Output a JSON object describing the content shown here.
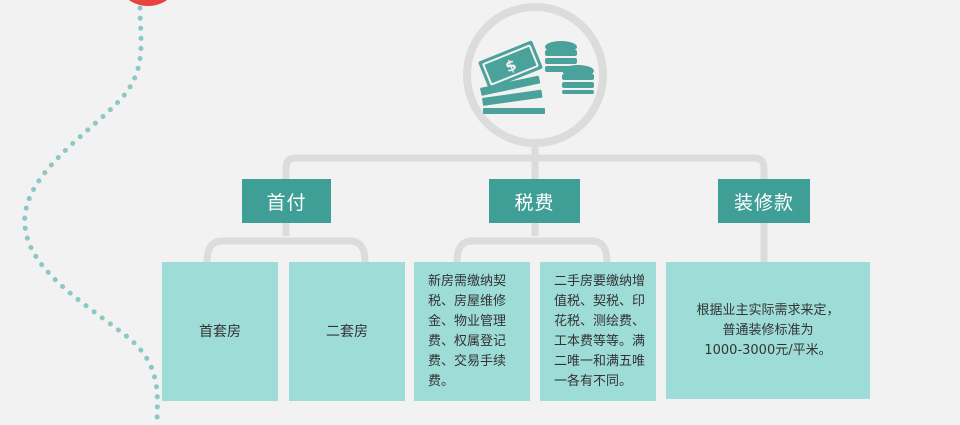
{
  "colors": {
    "background": "#f2f2f2",
    "line": "#dcdcdc",
    "label_fill": "#3f9e96",
    "box_fill": "#9edcd8",
    "text": "#333333",
    "money_icon": "#4aa29a",
    "dots": "#8cc8c6",
    "accent_red": "#e8433f"
  },
  "icon": {
    "name": "money-stack-icon",
    "bill_symbol": "$"
  },
  "categories": [
    {
      "label": "首付"
    },
    {
      "label": "税费"
    },
    {
      "label": "装修款"
    }
  ],
  "details": {
    "first_home": "首套房",
    "second_home": "二套房",
    "new_house_tax": "新房需缴纳契税、房屋维修金、物业管理费、权属登记费、交易手续费。",
    "resale_tax": "二手房要缴纳增值税、契税、印花税、测绘费、工本费等等。满二唯一和满五唯一各有不同。",
    "renovation_line1": "根据业主实际需求来定，",
    "renovation_line2": "普通装修标准为",
    "renovation_line3": "1000-3000元/平米。"
  }
}
